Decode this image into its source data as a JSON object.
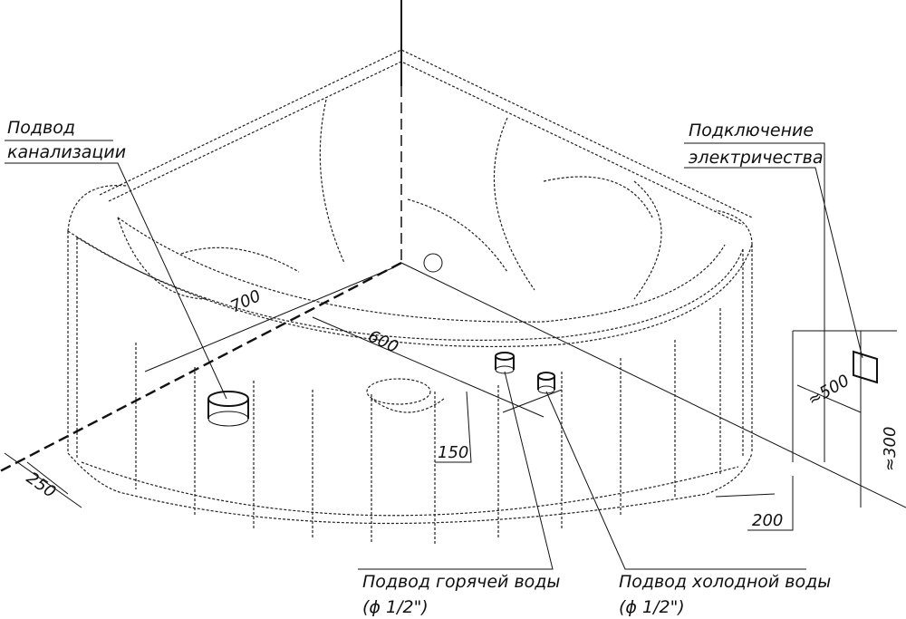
{
  "labels": {
    "sewer_line1": "Подвод",
    "sewer_line2": "канализации",
    "electric_line1": "Подключение",
    "electric_line2": "электричества",
    "hot_line1": "Подвод горячей воды",
    "hot_line2": "(ϕ 1/2\")",
    "cold_line1": "Подвод холодной воды",
    "cold_line2": "(ϕ  1/2\")"
  },
  "dimensions": {
    "d700": "700",
    "d600": "600",
    "d150": "150",
    "d250": "250",
    "d200": "200",
    "d500": "≈500",
    "d300": "≈300"
  }
}
